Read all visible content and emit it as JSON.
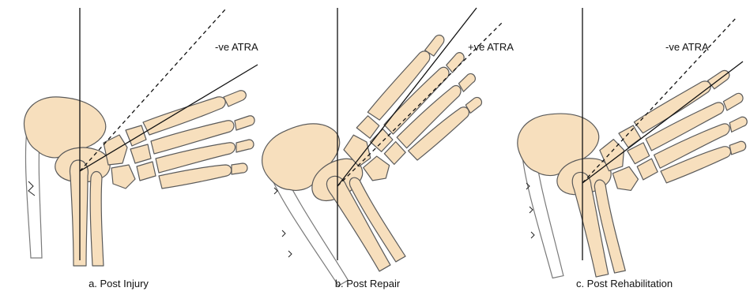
{
  "panels": [
    {
      "caption": "a. Post Injury",
      "atra_label": "-ve ATRA",
      "atra_sign": "negative",
      "tendon": "ruptured"
    },
    {
      "caption": "b. Post Repair",
      "atra_label": "+ve ATRA",
      "atra_sign": "positive",
      "tendon": "sutured"
    },
    {
      "caption": "c. Post Rehabilitation",
      "atra_label": "-ve ATRA",
      "atra_sign": "negative",
      "tendon": "healed"
    }
  ],
  "colors": {
    "bone_fill": "#f7dfbd",
    "outline": "#5a5a5a",
    "reference_line": "#111111"
  }
}
